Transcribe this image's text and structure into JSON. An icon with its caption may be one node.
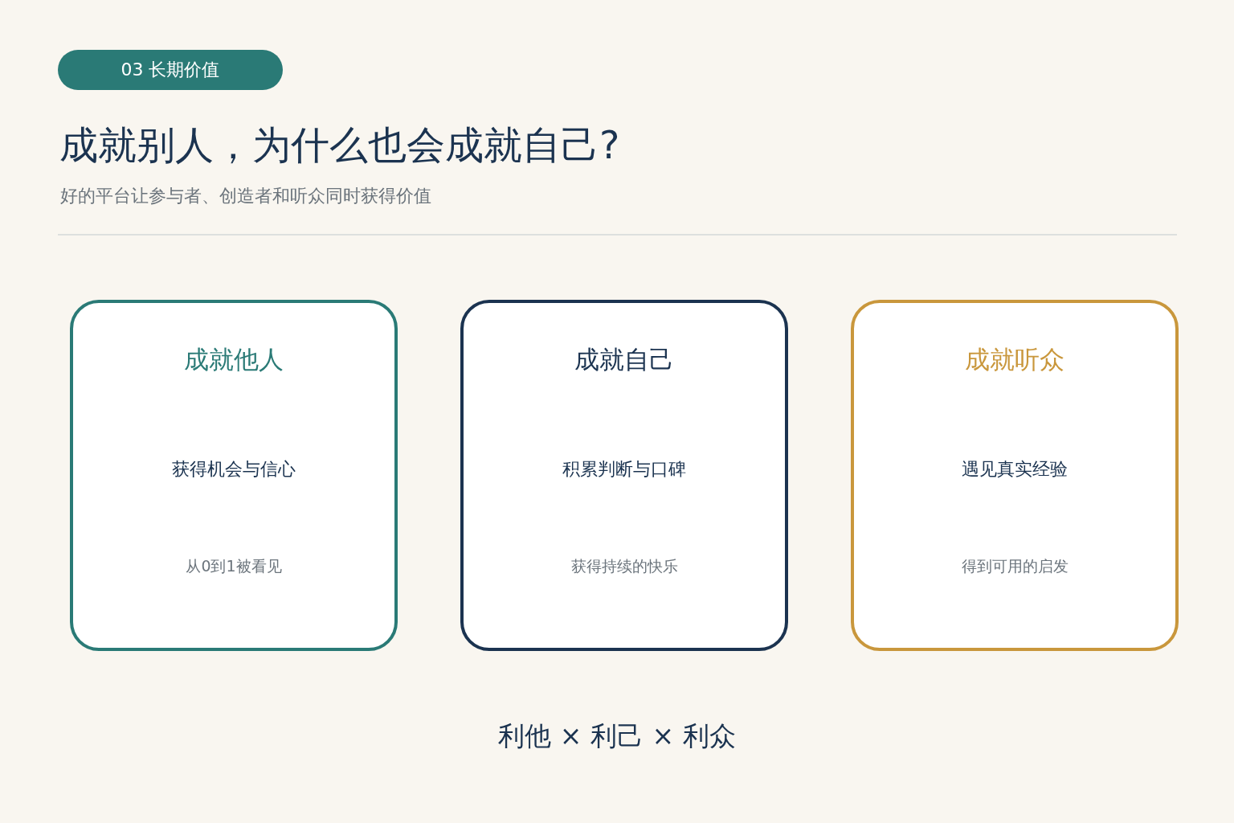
{
  "diagram": {
    "title": "成就别人，为什么也会成就自己?",
    "nodes": [
      {
        "text": [
          "03 长期价值"
        ]
      },
      {
        "text": [
          "成就他人",
          "获得机会与信心",
          "从0到1被看见"
        ]
      },
      {
        "text": [
          "成就自己",
          "积累判断与口碑",
          "获得持续的快乐"
        ]
      },
      {
        "text": [
          "成就听众",
          "遇见真实经验",
          "得到可用的启发"
        ]
      }
    ],
    "labels": [
      "好的平台让参与者、创造者和听众同时获得价值",
      "利他 × 利己 × 利众"
    ]
  }
}
